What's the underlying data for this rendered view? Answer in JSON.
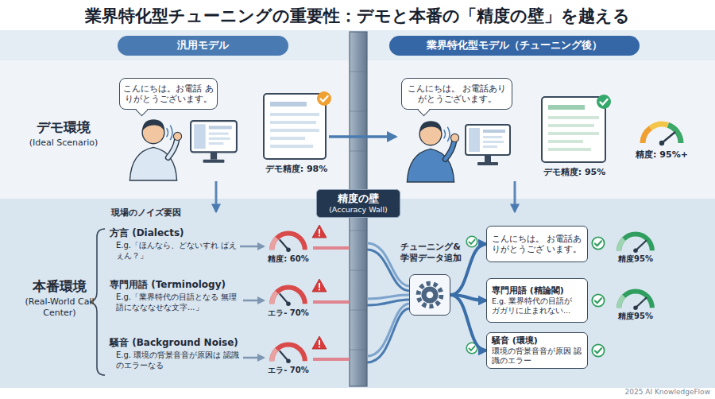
{
  "diagram": {
    "title": "業界特化型チューニングの重要性：デモと本番の「精度の壁」を越える",
    "nodes": [
      {
        "text": [
          "汎用モデル"
        ]
      },
      {
        "text": [
          "業界特化型モデル（チューニング後）"
        ]
      },
      {
        "text": [
          "こんにちは。お電話 ありがとうございます。"
        ]
      },
      {
        "text": [
          "こんにちは。 お電話ありがとうございます。"
        ]
      },
      {
        "text": [
          "精度の壁",
          "(Accuracy Wall)"
        ]
      },
      {
        "text": [
          "チューニング& 学習データ追加"
        ]
      },
      {
        "text": [
          "こんにちは。 お電話ありがとうござ います。"
        ]
      },
      {
        "text": [
          "専門用語 (精論閣)",
          "E.g. 業界特代の目語が ガガリに止まれない..."
        ]
      },
      {
        "text": [
          "騒音 (環境)",
          "環境の背景音音が原因 認識のエラー"
        ]
      }
    ],
    "edges": [
      {
        "from": 5,
        "to": 6,
        "arrow": "to"
      },
      {
        "from": 5,
        "to": 7,
        "arrow": "to"
      },
      {
        "from": 5,
        "to": 8,
        "arrow": "to"
      }
    ],
    "labels": [
      "デモ環境",
      "(Ideal Scenario)",
      "デモ精度: 98%",
      "デモ精度: 95%",
      "精度: 95%+",
      "現場のノイズ要因",
      "本番環境",
      "(Real-World Call Center)",
      "方言 (Dialects)",
      "E.g.「ほんなら、どないすれ ばえぇん？」",
      "精度: 60%",
      "専門用語 (Terminology)",
      "E.g.「業界特代の目語となる 無理語になななせな文字...」",
      "エラ- 70%",
      "騒音 (Background Noise)",
      "E.g. 環境の背景音音が原因は 認識のエラーなる",
      "エラ- 70%",
      "精度95%",
      "精度95%",
      "2025 AI KnowledgeFlow"
    ]
  }
}
